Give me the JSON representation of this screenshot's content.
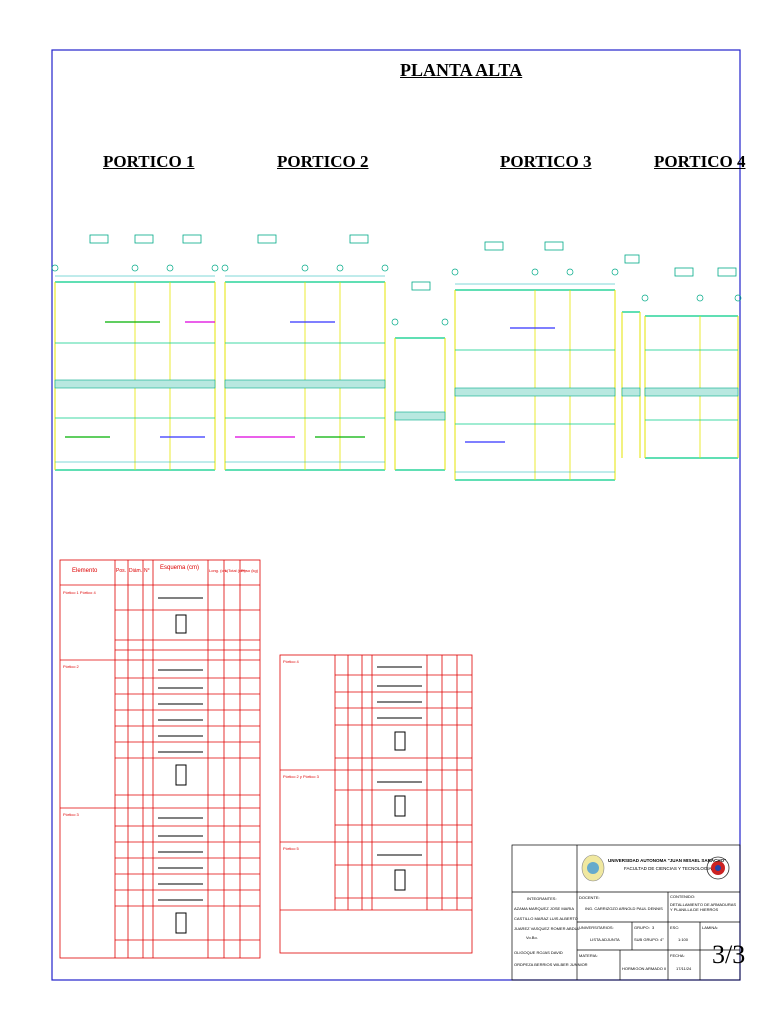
{
  "titles": {
    "main": "PLANTA ALTA",
    "portico1": "PORTICO 1",
    "portico2": "PORTICO 2",
    "portico3": "PORTICO 3",
    "portico4": "PORTICO 4"
  },
  "table1": {
    "header": [
      "Elemento",
      "Pos.",
      "Diám.",
      "N°",
      "Esquema (cm)",
      "Long. (cm)",
      "L Total (cm)",
      "Peso (kg)"
    ],
    "sections": [
      "Pórtico 1 Pórtico 4",
      "Pórtico 2",
      "Pórtico 3"
    ]
  },
  "table2": {
    "sections": [
      "Pórtico 4",
      "Pórtico 2 y Pórtico 3",
      "Pórtico 5"
    ]
  },
  "title_block": {
    "university": "UNIVERSIDAD AUTONOMA \"JUAN MISAEL SARACHO\"",
    "faculty": "FACULTAD DE CIENCIAS Y TECNOLOGIA",
    "integrantes_label": "INTEGRANTES:",
    "integrantes": [
      "AZAMA MARQUEZ JOSE MARIA",
      "CASTILLO MARAZ LUIS ALBERTO",
      "JUAREZ VASQUEZ ROMER ABDUL",
      "OLIGOQUE ROJAS DAVID",
      "ORDPEZA BERRIOS WILBER JUNNIOR"
    ],
    "docente_label": "DOCENTE:",
    "docente": "ING. CARRIZOZO ARNOLD PAUL DENNIS",
    "contenido_label": "CONTENIDO:",
    "contenido": "DETALLAMIENTO DE ARMADURAS Y PLANILLA DE HIERROS",
    "universitarios_label": "UNIVERSITARIOS:",
    "universitarios": "LISTA ADJUNTA",
    "grupo_label": "GRUPO:",
    "grupo": "3",
    "subgrupo_label": "SUB GRUPO:",
    "subgrupo": "4°",
    "esc_label": "ESC:",
    "esc": "1:100",
    "lamina_label": "LAMINA:",
    "materia_label": "MATERIA:",
    "materia": "HORMIGON ARMADO II",
    "fecha_label": "FECHA:",
    "fecha": "17/11/24",
    "visto": "Vo.Bo.",
    "sheet": "3/3"
  },
  "colors": {
    "frame": "#2222cc",
    "table": "#e00000",
    "beam": "#00cc88",
    "column": "#e6e600",
    "rebar_green": "#00b000",
    "rebar_blue": "#3333ff",
    "rebar_magenta": "#dd00dd",
    "dim": "#00b0b0"
  }
}
